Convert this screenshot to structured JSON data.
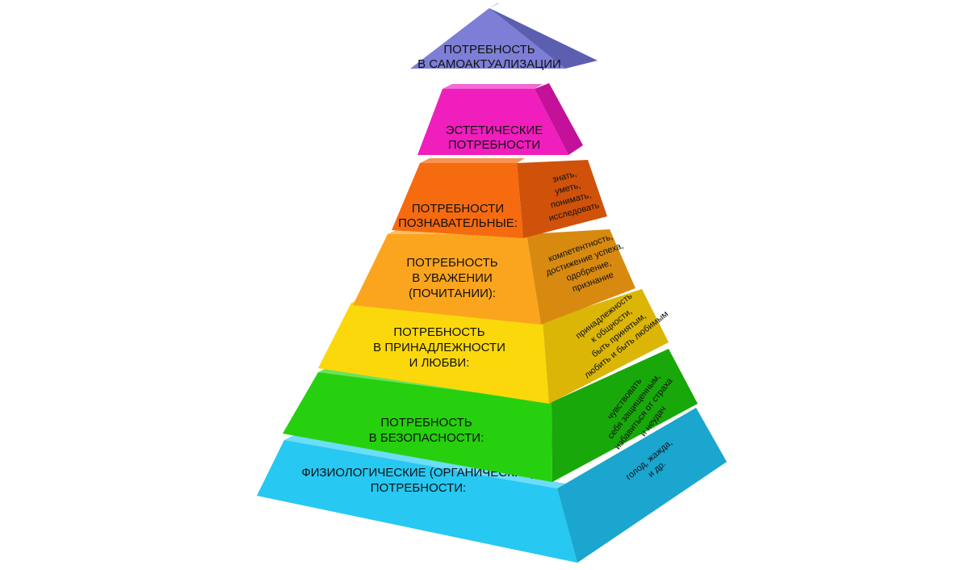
{
  "pyramid": {
    "levels": [
      {
        "id": "self-actualization",
        "lines": [
          "ПОТРЕБНОСТЬ",
          "В САМОАКТУАЛИЗАЦИИ"
        ],
        "side_lines": [],
        "colors": {
          "front": "#7d7fd6",
          "side": "#5c5eb0",
          "top": "#9a9ce6"
        }
      },
      {
        "id": "aesthetic",
        "lines": [
          "ЭСТЕТИЧЕСКИЕ",
          "ПОТРЕБНОСТИ"
        ],
        "side_lines": [],
        "colors": {
          "front": "#ef1ebd",
          "side": "#c3119a",
          "top": "#f46ad6"
        }
      },
      {
        "id": "cognitive",
        "lines": [
          "ПОТРЕБНОСТИ",
          "ПОЗНАВАТЕЛЬНЫЕ:"
        ],
        "side_lines": [
          "знать,",
          "уметь,",
          "понимать,",
          "исследовать"
        ],
        "colors": {
          "front": "#f66b10",
          "side": "#d0520a",
          "top": "#f8924f"
        }
      },
      {
        "id": "esteem",
        "lines": [
          "ПОТРЕБНОСТЬ",
          "В УВАЖЕНИИ",
          "(ПОЧИТАНИИ):"
        ],
        "side_lines": [
          "компетентность,",
          "достижение успеха,",
          "одобрение,",
          "признание"
        ],
        "colors": {
          "front": "#fba51f",
          "side": "#d88a10",
          "top": "#fcc065"
        }
      },
      {
        "id": "belonging",
        "lines": [
          "ПОТРЕБНОСТЬ",
          "В ПРИНАДЛЕЖНОСТИ",
          "И ЛЮБВИ:"
        ],
        "side_lines": [
          "принадлежность",
          "к общности,",
          "быть принятым,",
          "любить и быть любимым"
        ],
        "colors": {
          "front": "#fbd80b",
          "side": "#dbb606",
          "top": "#fce45a"
        }
      },
      {
        "id": "safety",
        "lines": [
          "ПОТРЕБНОСТЬ",
          "В БЕЗОПАСНОСТИ:"
        ],
        "side_lines": [
          "чувствовать",
          "себя защищенным,",
          "избавиться от страха",
          "и неудач"
        ],
        "colors": {
          "front": "#26d00e",
          "side": "#18a80a",
          "top": "#6ae35a"
        }
      },
      {
        "id": "physiological",
        "lines": [
          "ФИЗИОЛОГИЧЕСКИЕ (ОРГАНИЧЕСКИЕ)",
          "ПОТРЕБНОСТИ:"
        ],
        "side_lines": [
          "голод, жажда,",
          "и др."
        ],
        "colors": {
          "front": "#27c8f2",
          "side": "#1aa6cf",
          "top": "#6ddcf7"
        }
      }
    ]
  }
}
